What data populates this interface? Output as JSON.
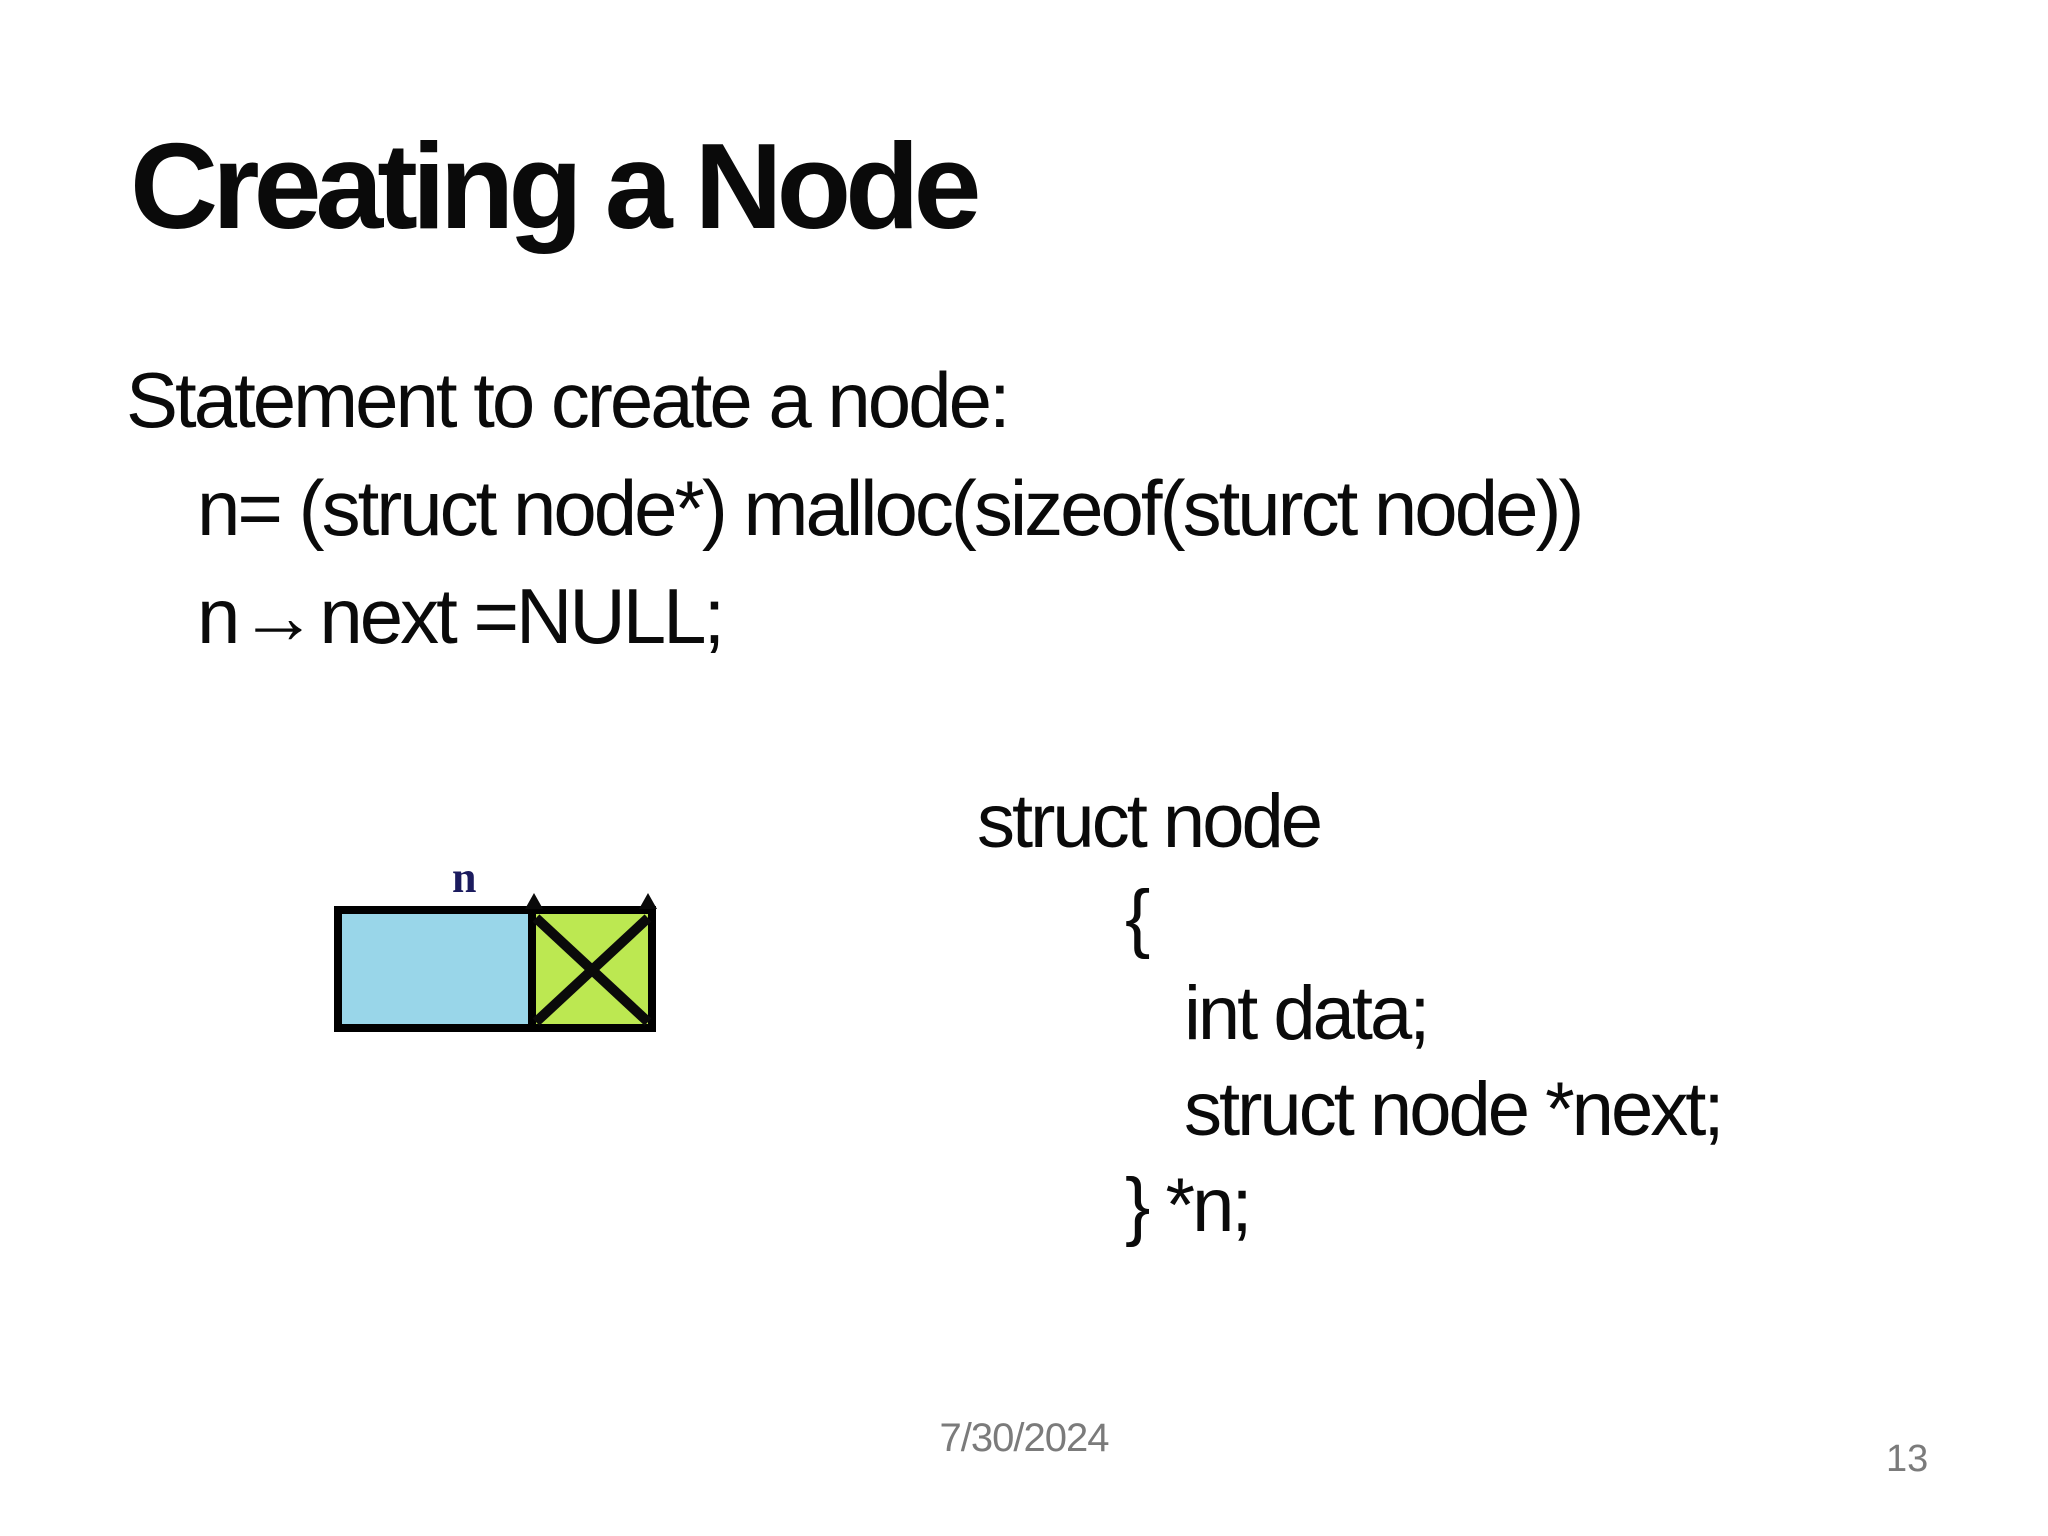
{
  "slide": {
    "title": "Creating a Node",
    "body": {
      "line1": "Statement to create a node:",
      "line2": "n= (struct node*) malloc(sizeof(sturct node))",
      "line3_prefix": "n",
      "line3_arrow": "→",
      "line3_suffix": "next =NULL;"
    },
    "diagram": {
      "pointer_label": "n"
    },
    "code": {
      "lines": [
        "struct node",
        "{",
        "int data;",
        "struct node *next;",
        "} *n;"
      ]
    },
    "footer": {
      "date": "7/30/2024",
      "page_number": "13"
    },
    "colors": {
      "ink": "#0a0a0a",
      "data_cell": "#99D6E9",
      "next_cell": "#BCE851",
      "pointer_label": "#1B1B5E",
      "footer_text": "#7B7B7B"
    }
  }
}
